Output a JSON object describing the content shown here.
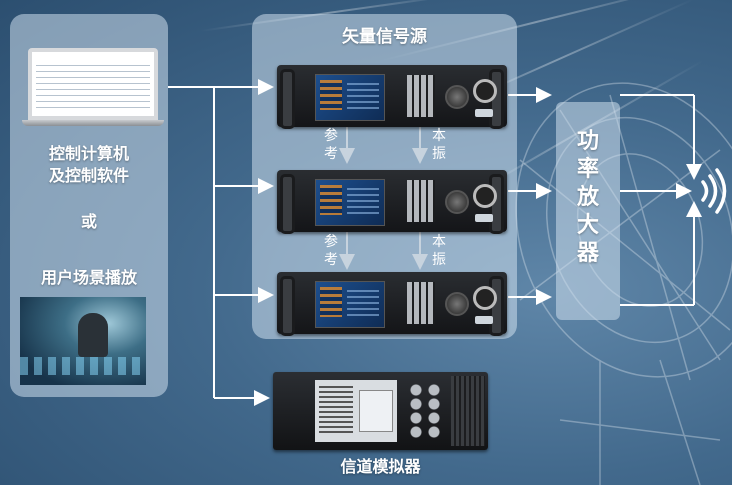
{
  "title": "矢量信号源",
  "left": {
    "control_label_line1": "控制计算机",
    "control_label_line2": "及控制软件",
    "or_label": "或",
    "scenario_label": "用户场景播放"
  },
  "links": {
    "ref_1": "参考",
    "lo_1": "本振",
    "ref_2": "参考",
    "lo_2": "本振"
  },
  "power_amplifier": "功率放大器",
  "channel_simulator": "信道模拟器",
  "icons": [
    "laptop-icon",
    "antenna-wave-icon",
    "signal-generator-device",
    "channel-simulator-device"
  ],
  "colors": {
    "line": "#ffffff",
    "panel": "#cedeec"
  }
}
